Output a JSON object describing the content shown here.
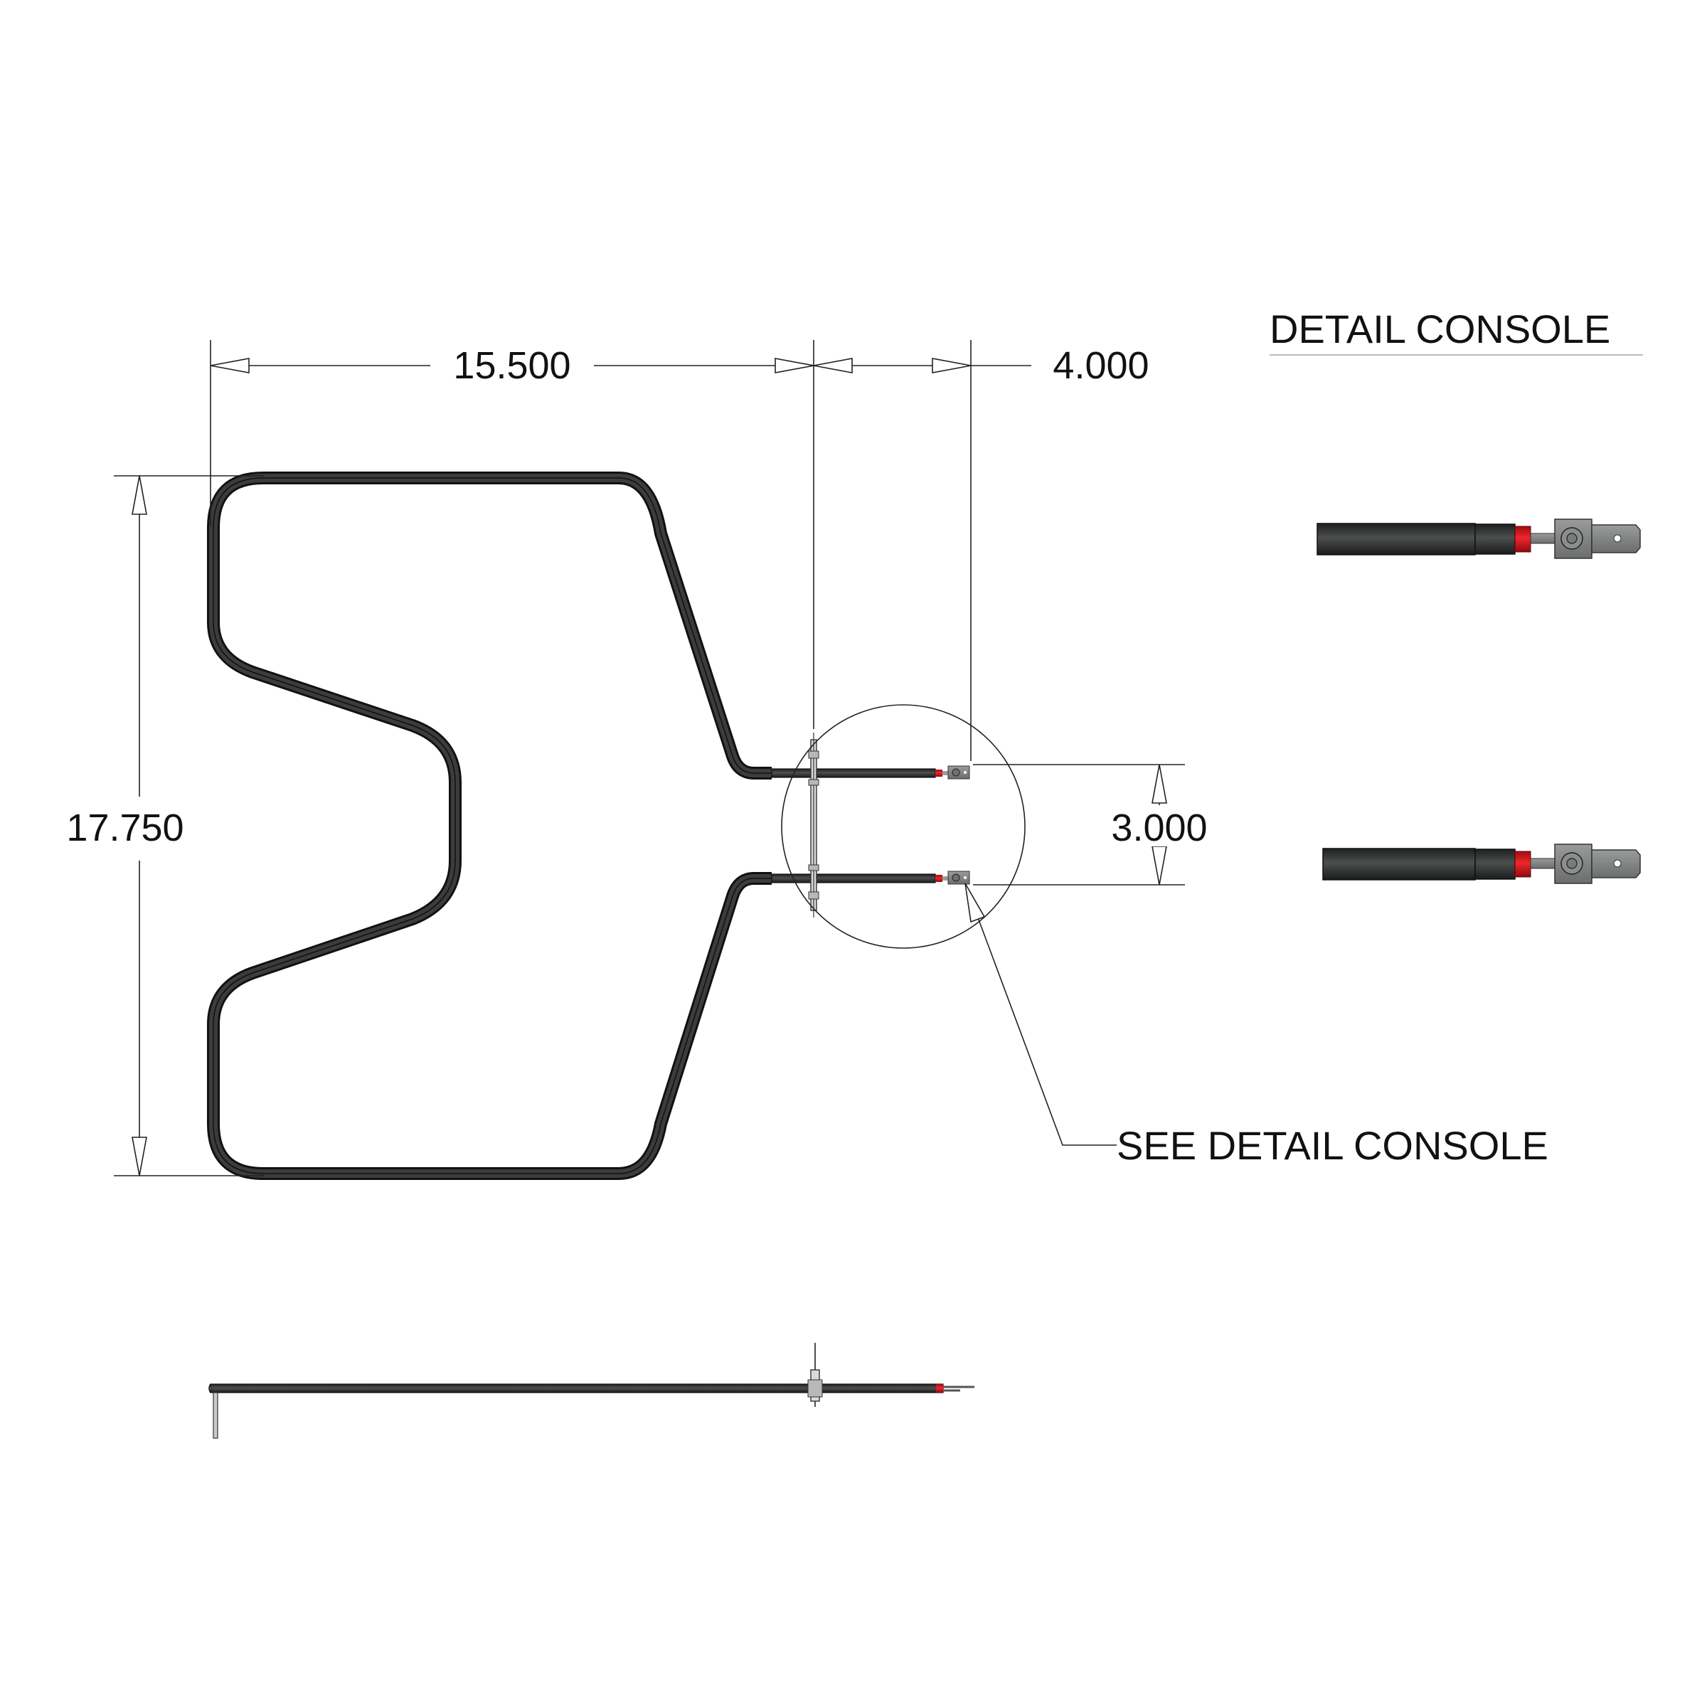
{
  "title": "DETAIL CONSOLE",
  "callout": "SEE DETAIL CONSOLE",
  "dimensions": {
    "overall_width": "15.500",
    "terminal_extension": "4.000",
    "overall_height": "17.750",
    "terminal_spacing": "3.000"
  },
  "colors": {
    "element_dark": "#2b2d2c",
    "element_highlight": "#4a4d4b",
    "insulator_red": "#d9141c",
    "terminal_gray": "#8c8e8d",
    "line": "#222222"
  }
}
